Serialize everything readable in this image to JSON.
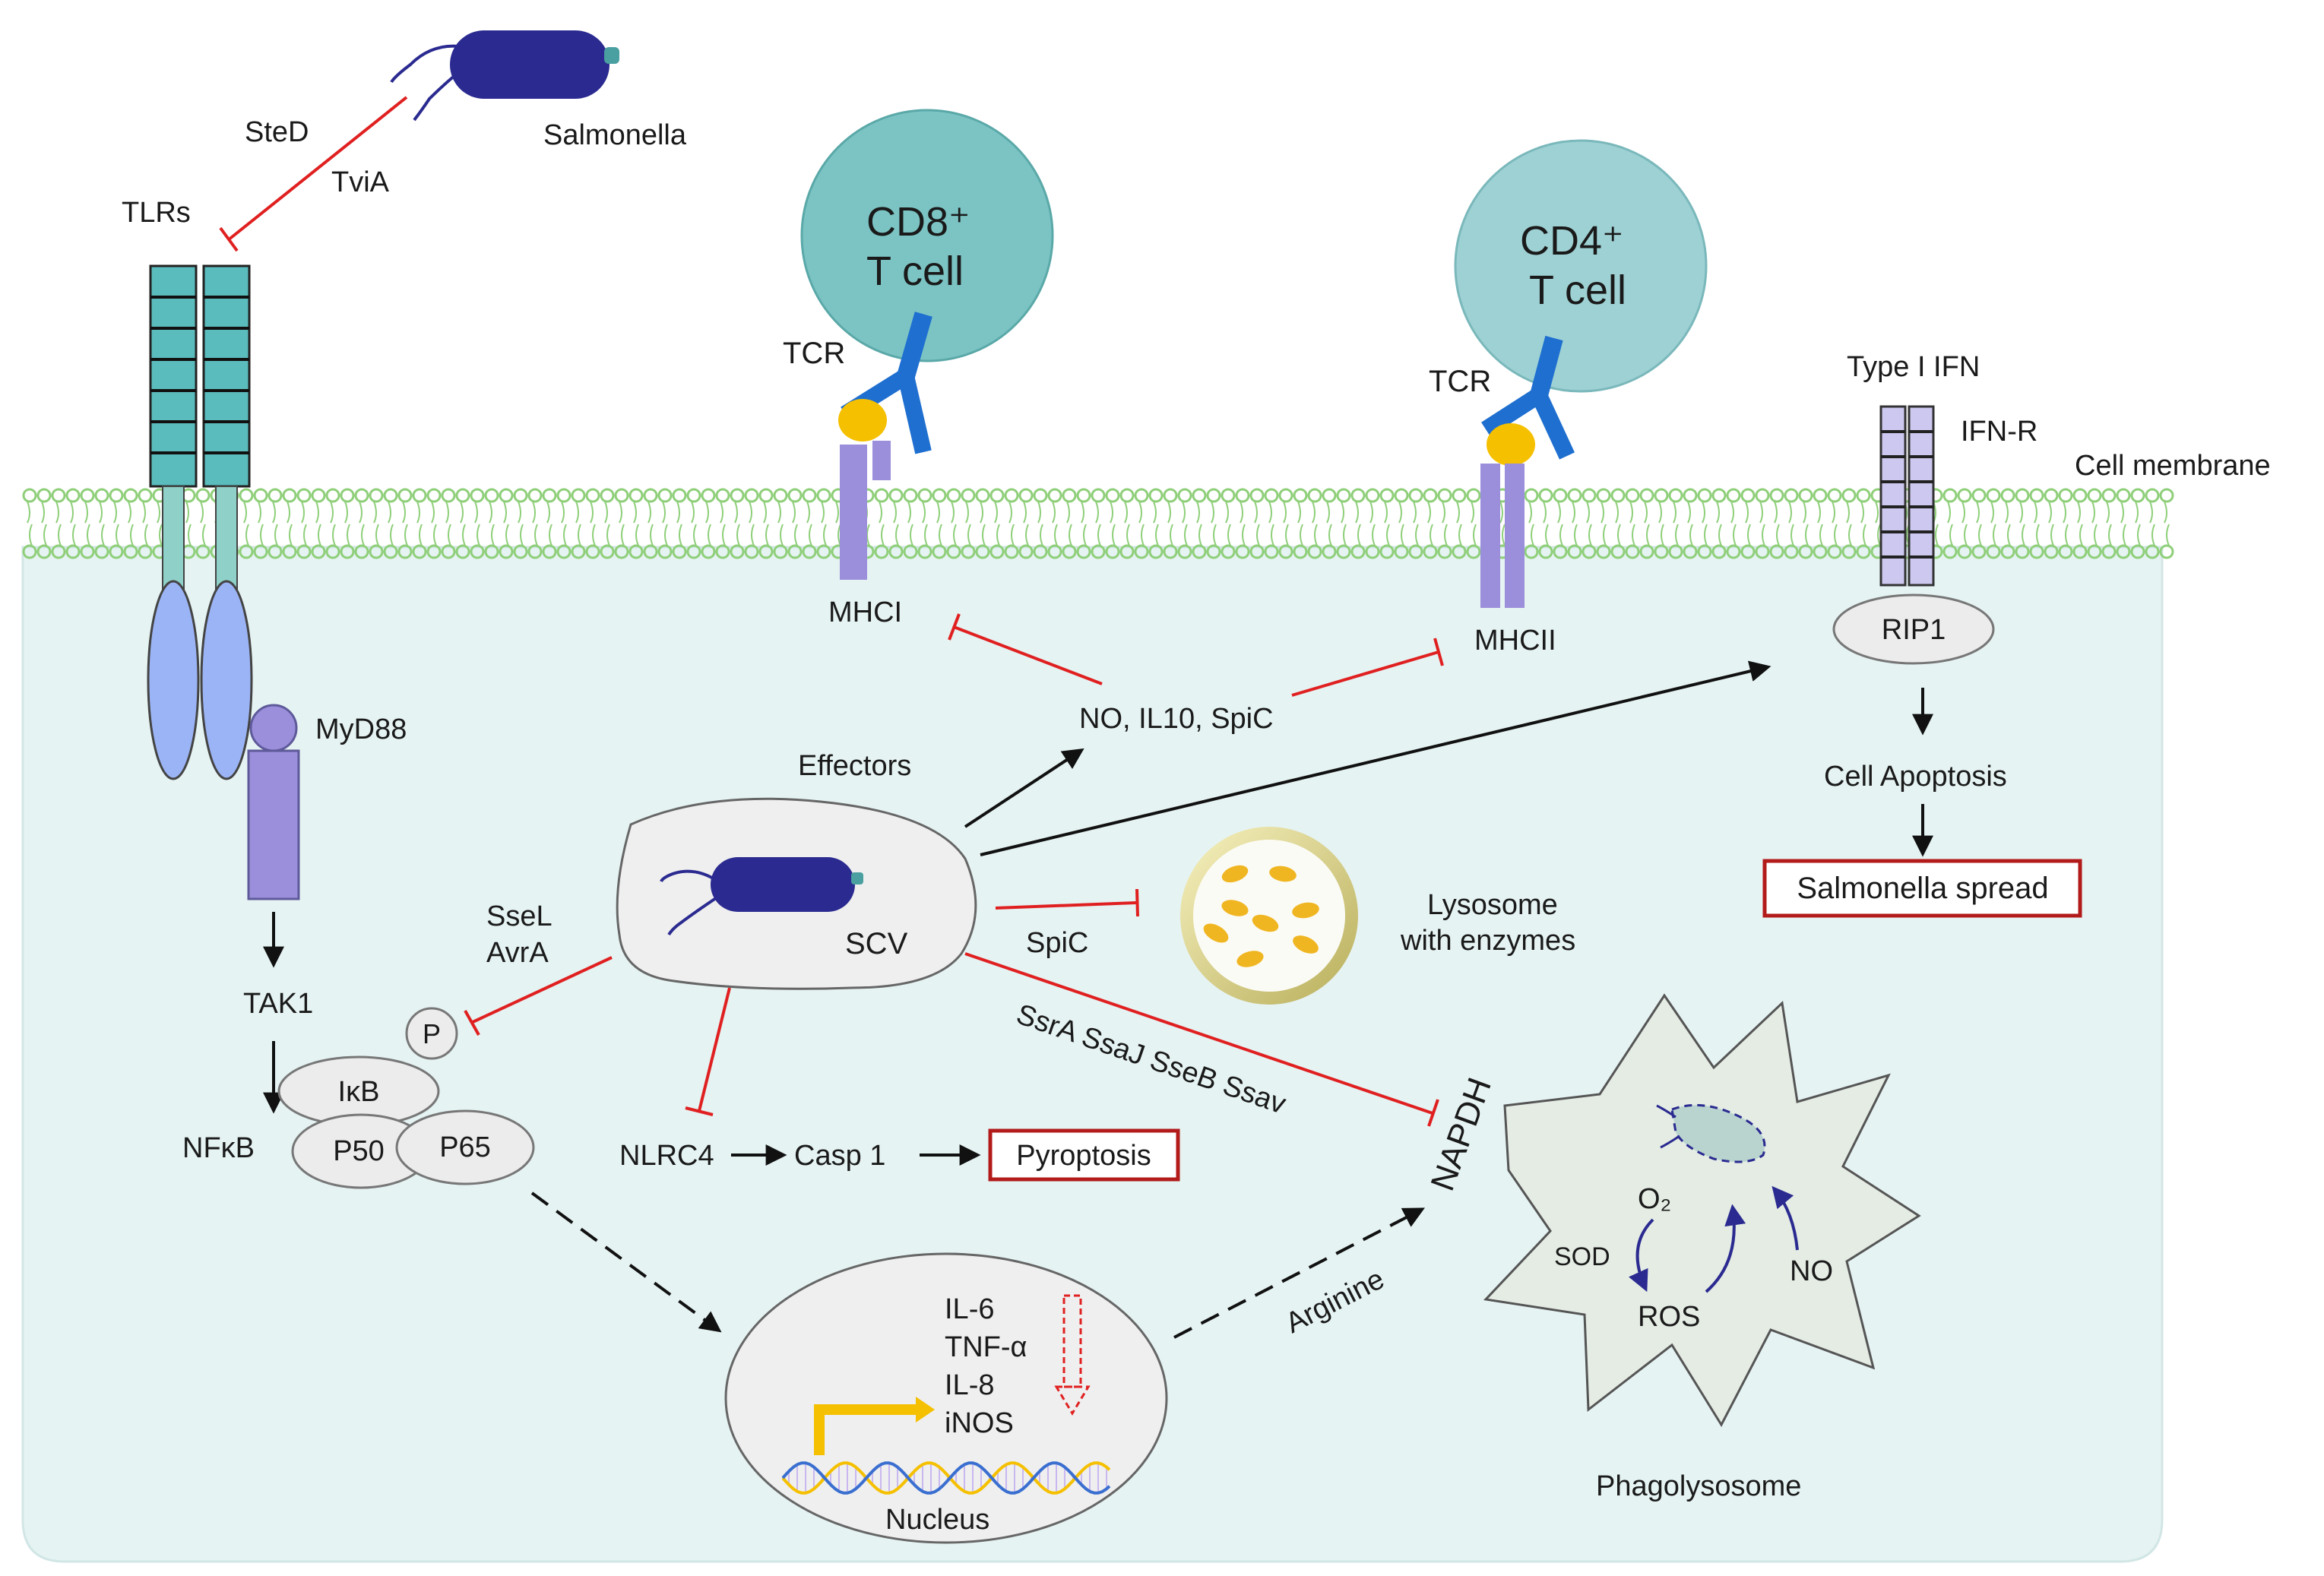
{
  "colors": {
    "cytoplasm": "#e6f3f3",
    "membrane": "#8fcf7a",
    "receptor_teal": "#5bbcbd",
    "receptor_blue": "#9bb4f5",
    "purple": "#9b8fdb",
    "bacteria": "#2a2a90",
    "tcell": "#7cc4c4",
    "tcr_blue": "#1e6fd0",
    "antigen": "#f5c000",
    "inhibit_red": "#e02020",
    "box_red": "#b31b1b",
    "ifnr": "#ccc8f0",
    "phago": "#e4ece4",
    "lysosome_dot": "#f0b622"
  },
  "labels": {
    "sted": "SteD",
    "tvia": "TviA",
    "salmonella": "Salmonella",
    "tlrs": "TLRs",
    "myd88": "MyD88",
    "tak1": "TAK1",
    "nfkb": "NFκB",
    "ikb": "IκB",
    "p": "P",
    "p50": "P50",
    "p65": "P65",
    "ssel": "SseL",
    "avra": "AvrA",
    "cd8_line1": "CD8⁺",
    "cd8_line2": "T cell",
    "cd4_line1": "CD4⁺",
    "cd4_line2": "T cell",
    "tcr_left": "TCR",
    "tcr_right": "TCR",
    "mhci": "MHCI",
    "mhcii": "MHCII",
    "no_il10_spic": "NO, IL10, SpiC",
    "effectors": "Effectors",
    "scv": "SCV",
    "spic": "SpiC",
    "lysosome_line1": "Lysosome",
    "lysosome_line2": "with enzymes",
    "type1_ifn": "Type I IFN",
    "ifnr": "IFN-R",
    "cell_membrane": "Cell membrane",
    "rip1": "RIP1",
    "cell_apoptosis": "Cell Apoptosis",
    "salmonella_spread": "Salmonella spread",
    "nlrc4": "NLRC4",
    "casp1": "Casp 1",
    "pyroptosis": "Pyroptosis",
    "ssra_group": "SsrA SsaJ SseB Ssav",
    "napdh": "NAPDH",
    "arginine": "Arginine",
    "il6": "IL-6",
    "tnfa": "TNF-α",
    "il8": "IL-8",
    "inos": "iNOS",
    "nucleus": "Nucleus",
    "o2": "O₂",
    "sod": "SOD",
    "ros": "ROS",
    "no": "NO",
    "phagolysosome": "Phagolysosome"
  }
}
